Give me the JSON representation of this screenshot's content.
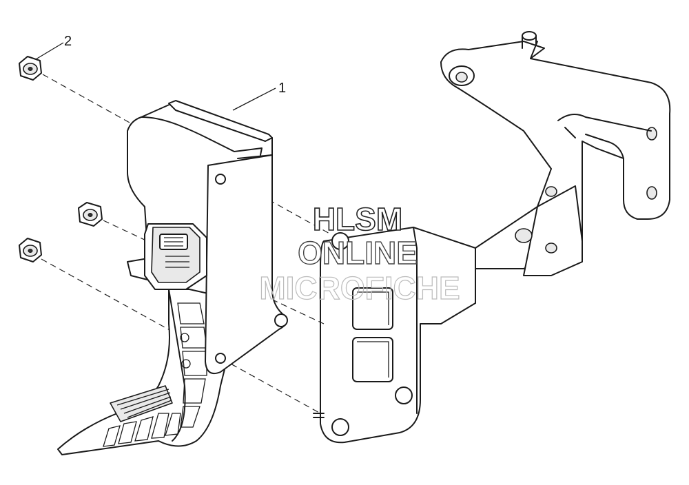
{
  "diagram": {
    "callouts": [
      {
        "id": "1",
        "label": "1"
      },
      {
        "id": "2",
        "label": "2"
      }
    ],
    "watermark": {
      "line1": "HLSM",
      "line2": "ONLINE",
      "line3": "MICROFICHE"
    }
  }
}
